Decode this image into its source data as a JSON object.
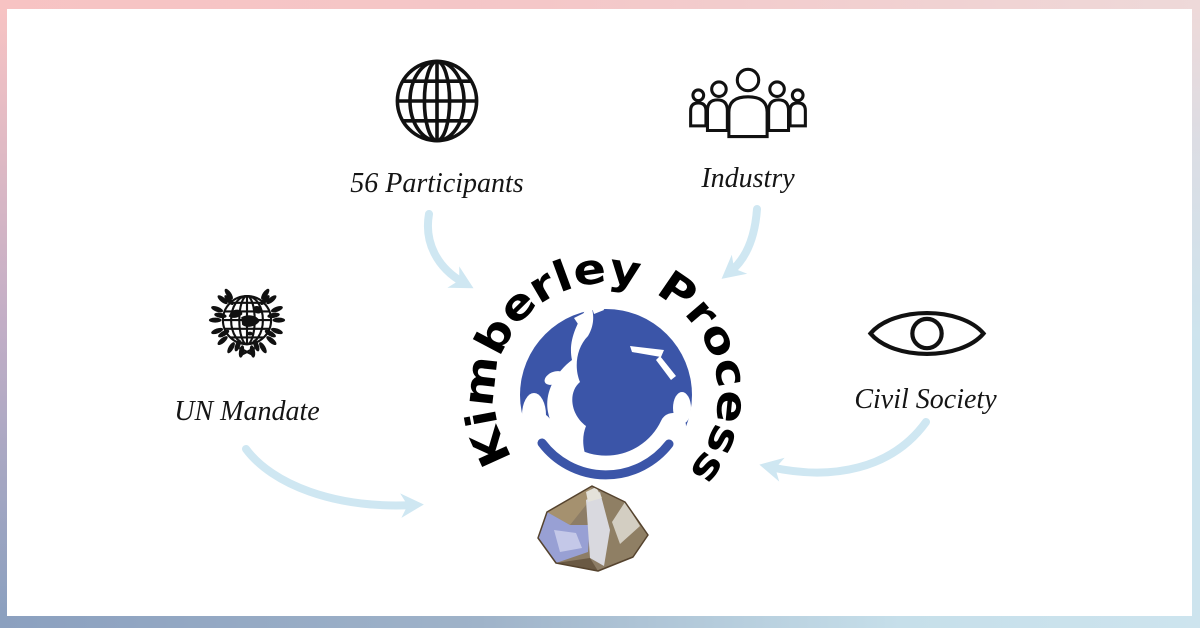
{
  "center": {
    "title": "Kimberley Process",
    "globe_color": "#3b55a8",
    "text_color": "#000000",
    "diamond": "rough-diamond-photo"
  },
  "nodes": [
    {
      "id": "participants",
      "label": "56 Participants",
      "icon": "wireframe-globe-icon"
    },
    {
      "id": "industry",
      "label": "Industry",
      "icon": "people-group-icon"
    },
    {
      "id": "un-mandate",
      "label": "UN Mandate",
      "icon": "un-emblem-icon"
    },
    {
      "id": "civil-society",
      "label": "Civil Society",
      "icon": "eye-icon"
    }
  ],
  "arrows": {
    "color": "#cfe7f2",
    "count": 4,
    "direction": "toward-center-logo"
  },
  "frame_colors": {
    "top_left": "#f7c3c3",
    "top_right": "#eed9d9",
    "bottom_left": "#8ba0bf",
    "bottom_right": "#cde4ee"
  },
  "label_text_color": "#151515"
}
